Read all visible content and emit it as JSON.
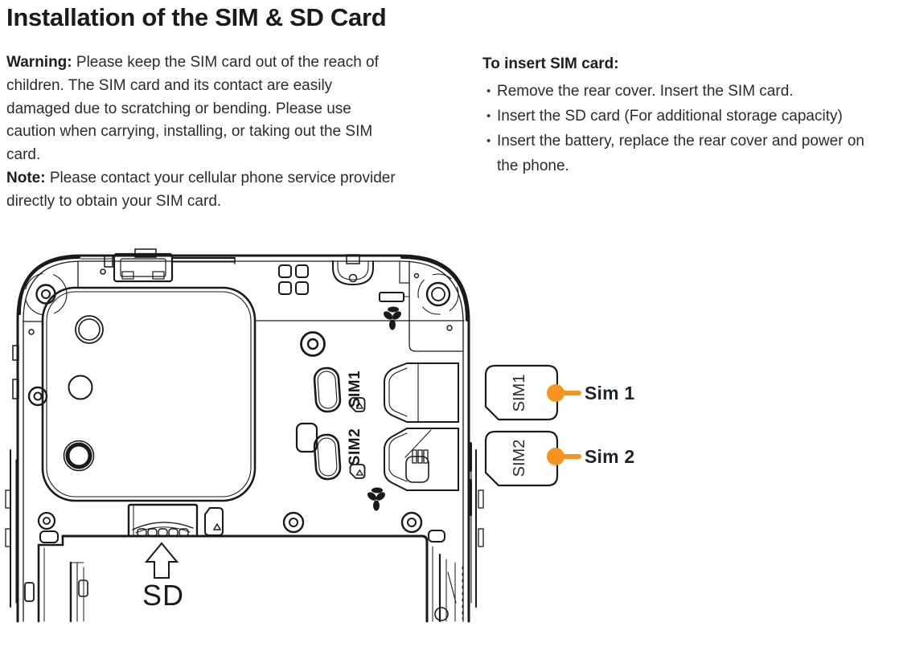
{
  "page": {
    "title": "Installation of the SIM & SD Card"
  },
  "left_column": {
    "warning_label": "Warning:",
    "warning_text": " Please keep the SIM card out of the reach of children. The SIM card and its contact are easily damaged due to scratching or bending. Please use caution when carrying, installing, or taking out the SIM card.",
    "note_label": "Note:",
    "note_text": " Please contact your cellular phone service provider directly to obtain your SIM card."
  },
  "right_column": {
    "heading": "To insert SIM card:",
    "bullets": [
      "Remove the rear cover. Insert the SIM card.",
      "Insert the SD card (For additional storage capacity)",
      "Insert the battery, replace the rear cover and power on the phone."
    ]
  },
  "diagram": {
    "sd_label": "SD",
    "sim1_slot_label": "SIM1",
    "sim2_slot_label": "SIM2",
    "sim1_card_label": "SIM1",
    "sim2_card_label": "SIM2",
    "callout_sim1": "Sim 1",
    "callout_sim2": "Sim 2",
    "accent_color": "#F7941D",
    "line_color": "#1a1a1a",
    "icons": {
      "sd_insert_arrow": "up-arrow-outline",
      "microsd_icon": "microsd-card-outline",
      "sim_notch_icon": "sim-card-corner-notch",
      "screw_icon": "ring-screw",
      "torx_icon": "three-lobe-screw"
    }
  }
}
